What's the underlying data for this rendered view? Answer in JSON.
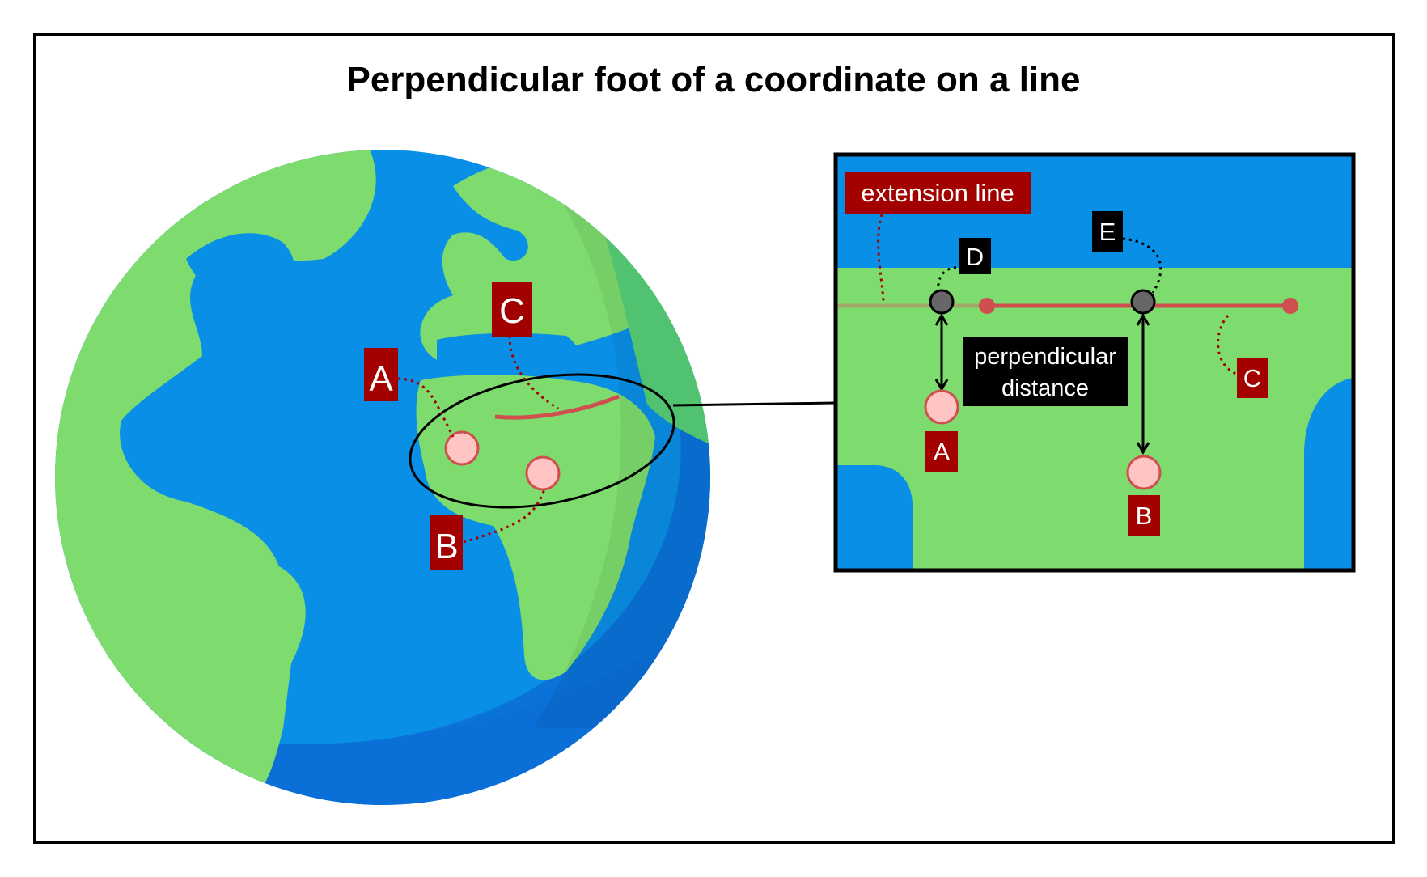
{
  "title": "Perpendicular foot of a coordinate on a line",
  "globe": {
    "labels": {
      "a": "A",
      "b": "B",
      "c": "C"
    }
  },
  "inset": {
    "extension_line_label": "extension line",
    "foot_d": "D",
    "foot_e": "E",
    "perpendicular_distance_line1": "perpendicular",
    "perpendicular_distance_line2": "distance",
    "point_a": "A",
    "point_b": "B",
    "line_c": "C"
  },
  "colors": {
    "ocean": "#0a8fe6",
    "land": "#7edb6e",
    "label_bg_red": "#a30000",
    "label_bg_black": "#000000",
    "line_red": "#cf4f4f",
    "point_fill": "#ffc4c4",
    "foot_fill": "#666666"
  }
}
